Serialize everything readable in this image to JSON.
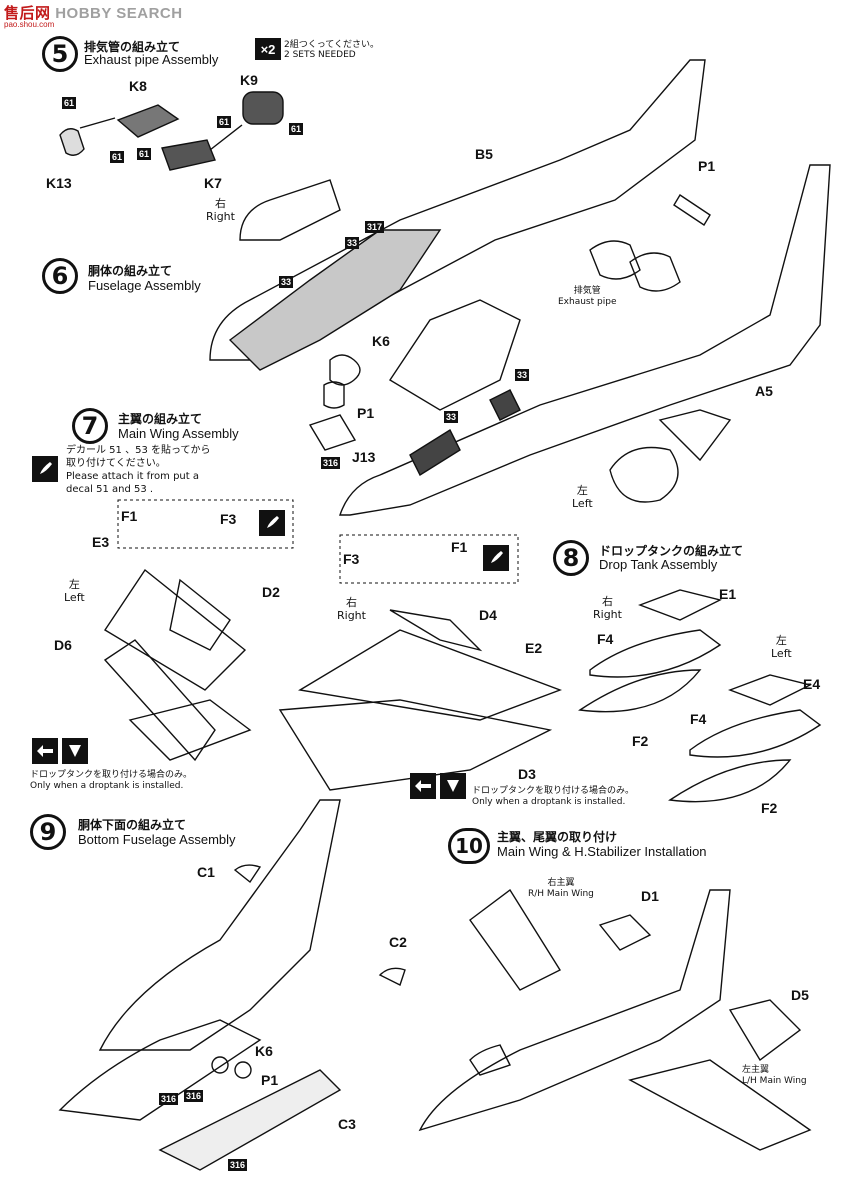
{
  "watermark": {
    "mark": "售后网",
    "brand": "HOBBY SEARCH",
    "sub": "pao.shou.com"
  },
  "sets_badge": {
    "count": "×2",
    "jp": "2組つくってください。",
    "en": "2 SETS NEEDED"
  },
  "steps": [
    {
      "num": "5",
      "jp": "排気管の組み立て",
      "en": "Exhaust pipe Assembly"
    },
    {
      "num": "6",
      "jp": "胴体の組み立て",
      "en": "Fuselage Assembly"
    },
    {
      "num": "7",
      "jp": "主翼の組み立て",
      "en": "Main Wing Assembly"
    },
    {
      "num": "8",
      "jp": "ドロップタンクの組み立て",
      "en": "Drop Tank Assembly"
    },
    {
      "num": "9",
      "jp": "胴体下面の組み立て",
      "en": "Bottom Fuselage Assembly"
    },
    {
      "num": "10",
      "jp": "主翼、尾翼の取り付け",
      "en": "Main Wing & H.Stabilizer Installation"
    }
  ],
  "parts": {
    "K8": "K8",
    "K9": "K9",
    "K13": "K13",
    "K7": "K7",
    "B5": "B5",
    "P1a": "P1",
    "K6a": "K6",
    "P1b": "P1",
    "J13": "J13",
    "A5": "A5",
    "F1a": "F1",
    "F3a": "F3",
    "E3": "E3",
    "D2": "D2",
    "D6": "D6",
    "F3b": "F3",
    "F1b": "F1",
    "D4": "D4",
    "E2": "E2",
    "D3": "D3",
    "E1": "E1",
    "F4a": "F4",
    "F2a": "F2",
    "E4": "E4",
    "F4b": "F4",
    "F2b": "F2",
    "C1": "C1",
    "C2": "C2",
    "K6b": "K6",
    "P1c": "P1",
    "C3": "C3",
    "D1": "D1",
    "D5": "D5"
  },
  "tags": {
    "t61": "61",
    "t33": "33",
    "t317": "317",
    "t316": "316"
  },
  "labels": {
    "right_jp": "右",
    "right_en": "Right",
    "left_jp": "左",
    "left_en": "Left",
    "exhaust_jp": "排気管",
    "exhaust_en": "Exhaust pipe",
    "rh_wing_jp": "右主翼",
    "rh_wing_en": "R/H Main Wing",
    "lh_wing_jp": "左主翼",
    "lh_wing_en": "L/H Main Wing"
  },
  "decal_note": {
    "jp1": "デカール 51 、53 を貼ってから",
    "jp2": "取り付けてください。",
    "en1": "Please attach it from put a",
    "en2": "decal 51 and 53 ."
  },
  "droptank_note": {
    "jp": "ドロップタンクを取り付ける場合のみ。",
    "en": "Only when a droptank is installed."
  }
}
